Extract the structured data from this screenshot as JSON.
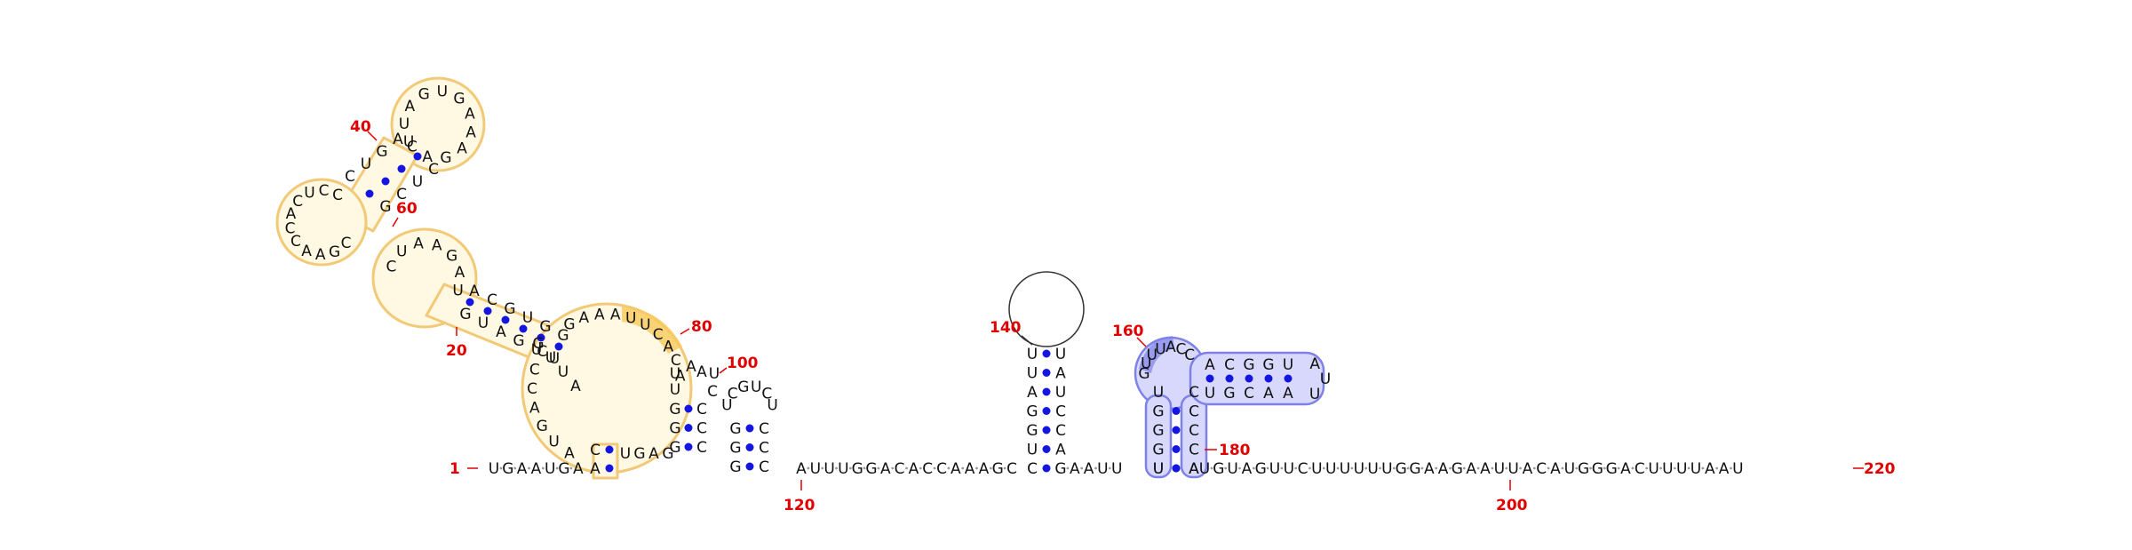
{
  "diagram": {
    "type": "rna-secondary-structure",
    "colors": {
      "background": "#ffffff",
      "nucleotide": "#111111",
      "backbone": "#9a9a9a",
      "base_pair": "#1515e0",
      "position_label": "#e00000",
      "highlight_yellow": "#fbd876",
      "highlight_yellow_edge": "#f0b43c",
      "highlight_blue": "#a9acf2",
      "highlight_blue_edge": "#5a5ee0",
      "loop_outline": "#333333"
    },
    "position_labels": [
      "1",
      "20",
      "40",
      "60",
      "80",
      "100",
      "120",
      "140",
      "160",
      "180",
      "200",
      "220"
    ],
    "baseline": {
      "left_segment": [
        "U",
        "G",
        "A",
        "A",
        "U",
        "G",
        "A"
      ],
      "mid_segment": [
        "A",
        "U",
        "U",
        "U",
        "G",
        "G",
        "A",
        "C",
        "A",
        "C",
        "C",
        "A",
        "A",
        "A",
        "G",
        "C"
      ],
      "spacer_segment": [
        "G",
        "A",
        "A",
        "U",
        "U"
      ],
      "right_segment": [
        "U",
        "G",
        "U",
        "A",
        "G",
        "U",
        "U",
        "C",
        "U",
        "U",
        "U",
        "U",
        "U",
        "U",
        "G",
        "G",
        "A",
        "A",
        "G",
        "A",
        "A",
        "U",
        "U",
        "A",
        "C",
        "A",
        "U",
        "G",
        "G",
        "G",
        "A",
        "C",
        "U",
        "U",
        "U",
        "U",
        "A",
        "A",
        "U"
      ]
    },
    "stem_140": {
      "left": [
        "U",
        "U",
        "A",
        "G",
        "G",
        "U"
      ],
      "right": [
        "U",
        "A",
        "U",
        "C",
        "C",
        "A"
      ]
    },
    "stem_160": {
      "lower_left": [
        "U",
        "G",
        "G",
        "G",
        "U"
      ],
      "lower_right": [
        "C",
        "C",
        "C",
        "C",
        "A"
      ],
      "loop": [
        "G",
        "U",
        "U",
        "U",
        "A",
        "C",
        "C"
      ],
      "arm_top": [
        "A",
        "C",
        "G",
        "G",
        "U"
      ],
      "arm_bottom": [
        "U",
        "G",
        "C",
        "A",
        "A"
      ],
      "arm_cap": [
        "A",
        "U",
        "U"
      ]
    },
    "hairpin_100": {
      "stem_top": [
        "A",
        "A"
      ],
      "stem_bottom": [
        "U",
        "U"
      ],
      "left": [
        "C",
        "C",
        "C"
      ],
      "right": [
        "G",
        "G",
        "G"
      ],
      "loop": [
        "U",
        "C",
        "G",
        "U",
        "C",
        "U"
      ],
      "g_right": [
        "C",
        "C",
        "C"
      ]
    },
    "yellow_domain": {
      "hairpin_40_loop": [
        "U",
        "U",
        "A",
        "G",
        "U",
        "G",
        "A",
        "A",
        "A",
        "G",
        "A",
        "C"
      ],
      "hairpin_40_stem_left": [
        "A",
        "G",
        "U",
        "C",
        "G",
        "C"
      ],
      "hairpin_40_stem_right": [
        "C",
        "U",
        "C",
        "G"
      ],
      "bulge_loop": [
        "C",
        "G",
        "A",
        "A",
        "C",
        "C",
        "A",
        "C",
        "U",
        "C",
        "C"
      ],
      "hairpin_60_loop": [
        "C",
        "U",
        "A",
        "A",
        "G",
        "A",
        "U"
      ],
      "hairpin_60_left": [
        "G",
        "U",
        "A",
        "G",
        "U",
        "U",
        "A"
      ],
      "hairpin_60_right": [
        "A",
        "C",
        "G",
        "U"
      ],
      "big_loop_top": [
        "G",
        "A",
        "A",
        "A",
        "U",
        "U",
        "C",
        "A",
        "C",
        "A"
      ],
      "big_loop_left": [
        "A",
        "U",
        "G",
        "A",
        "C",
        "C",
        "C"
      ],
      "big_loop_bottom": [
        "U",
        "G",
        "A",
        "G"
      ],
      "connector": [
        "G",
        "U",
        "U",
        "A"
      ]
    }
  }
}
